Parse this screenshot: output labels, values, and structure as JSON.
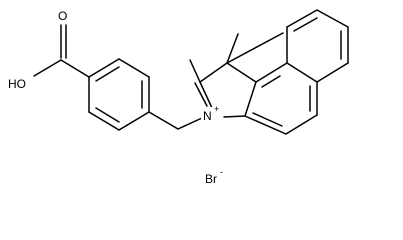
{
  "molecule": {
    "atoms": {
      "carboxyl_oxygen_double": "O",
      "carboxyl_hydroxyl": "HO",
      "nitrogen": "N",
      "nitrogen_charge": "+",
      "counterion": "Br",
      "counterion_charge": "-"
    }
  },
  "colors": {
    "bond": "#000000",
    "background": "#ffffff"
  }
}
